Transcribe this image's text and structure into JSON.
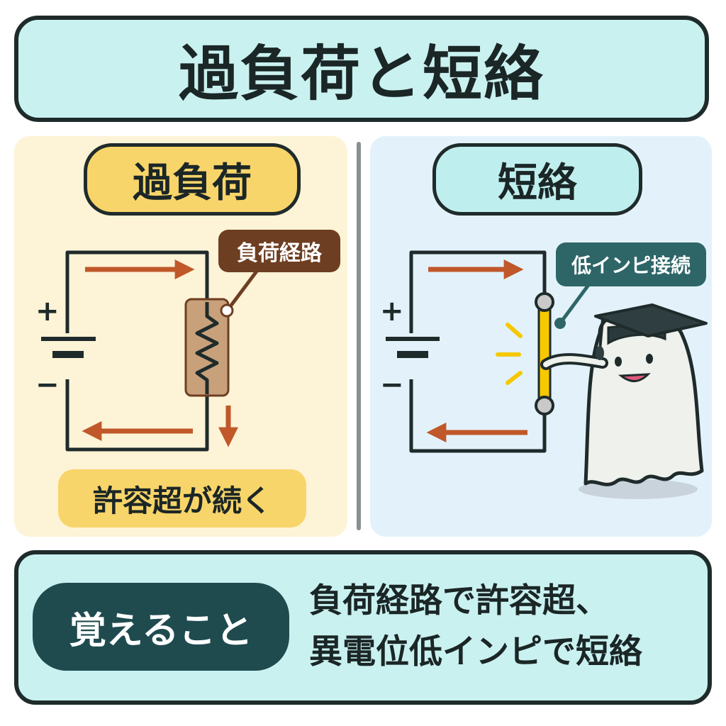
{
  "title": "過負荷と短絡",
  "left_panel": {
    "heading": "過負荷",
    "callout": "負荷経路",
    "note": "許容超が続く",
    "battery_plus": "+",
    "battery_minus": "−"
  },
  "right_panel": {
    "heading": "短絡",
    "callout": "低インピ接続",
    "battery_plus": "+",
    "battery_minus": "−"
  },
  "bottom": {
    "label": "覚えること",
    "line1": "負荷経路で許容超、",
    "line2": "異電位低インピで短絡"
  },
  "colors": {
    "title_bg": "#c9f1f0",
    "left_panel_bg": "#fdf3d6",
    "right_panel_bg": "#e3f2fa",
    "accent_yellow": "#f8d56a",
    "arrow": "#c0582a",
    "callout_brown": "#6e3e22",
    "callout_teal": "#2e6668",
    "remember_bg": "#1f4b4f"
  },
  "icons": [
    "battery-icon",
    "resistor-icon",
    "arrow-icon",
    "shorting-bar-icon",
    "spark-icon",
    "ghost-professor-icon",
    "graduation-cap-icon"
  ]
}
